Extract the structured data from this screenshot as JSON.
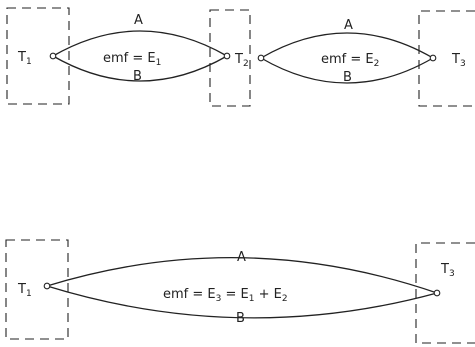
{
  "top_circuit": {
    "junction_1": {
      "label": "T",
      "subscript": "1"
    },
    "junction_2": {
      "label": "T",
      "subscript": "2"
    },
    "junction_3": {
      "label": "T",
      "subscript": "3"
    },
    "loop_1": {
      "wire_top": "A",
      "wire_bottom": "B",
      "emf_prefix": "emf = E",
      "emf_subscript": "1"
    },
    "loop_2": {
      "wire_top": "A",
      "wire_bottom": "B",
      "emf_prefix": "emf = E",
      "emf_subscript": "2"
    }
  },
  "bottom_circuit": {
    "junction_1": {
      "label": "T",
      "subscript": "1"
    },
    "junction_3": {
      "label": "T",
      "subscript": "3"
    },
    "loop": {
      "wire_top": "A",
      "wire_bottom": "B",
      "emf_part_1": "emf = E",
      "emf_sub_1": "3",
      "emf_part_2": " = E",
      "emf_sub_2": "1",
      "emf_part_3": " + E",
      "emf_sub_3": "2"
    }
  }
}
